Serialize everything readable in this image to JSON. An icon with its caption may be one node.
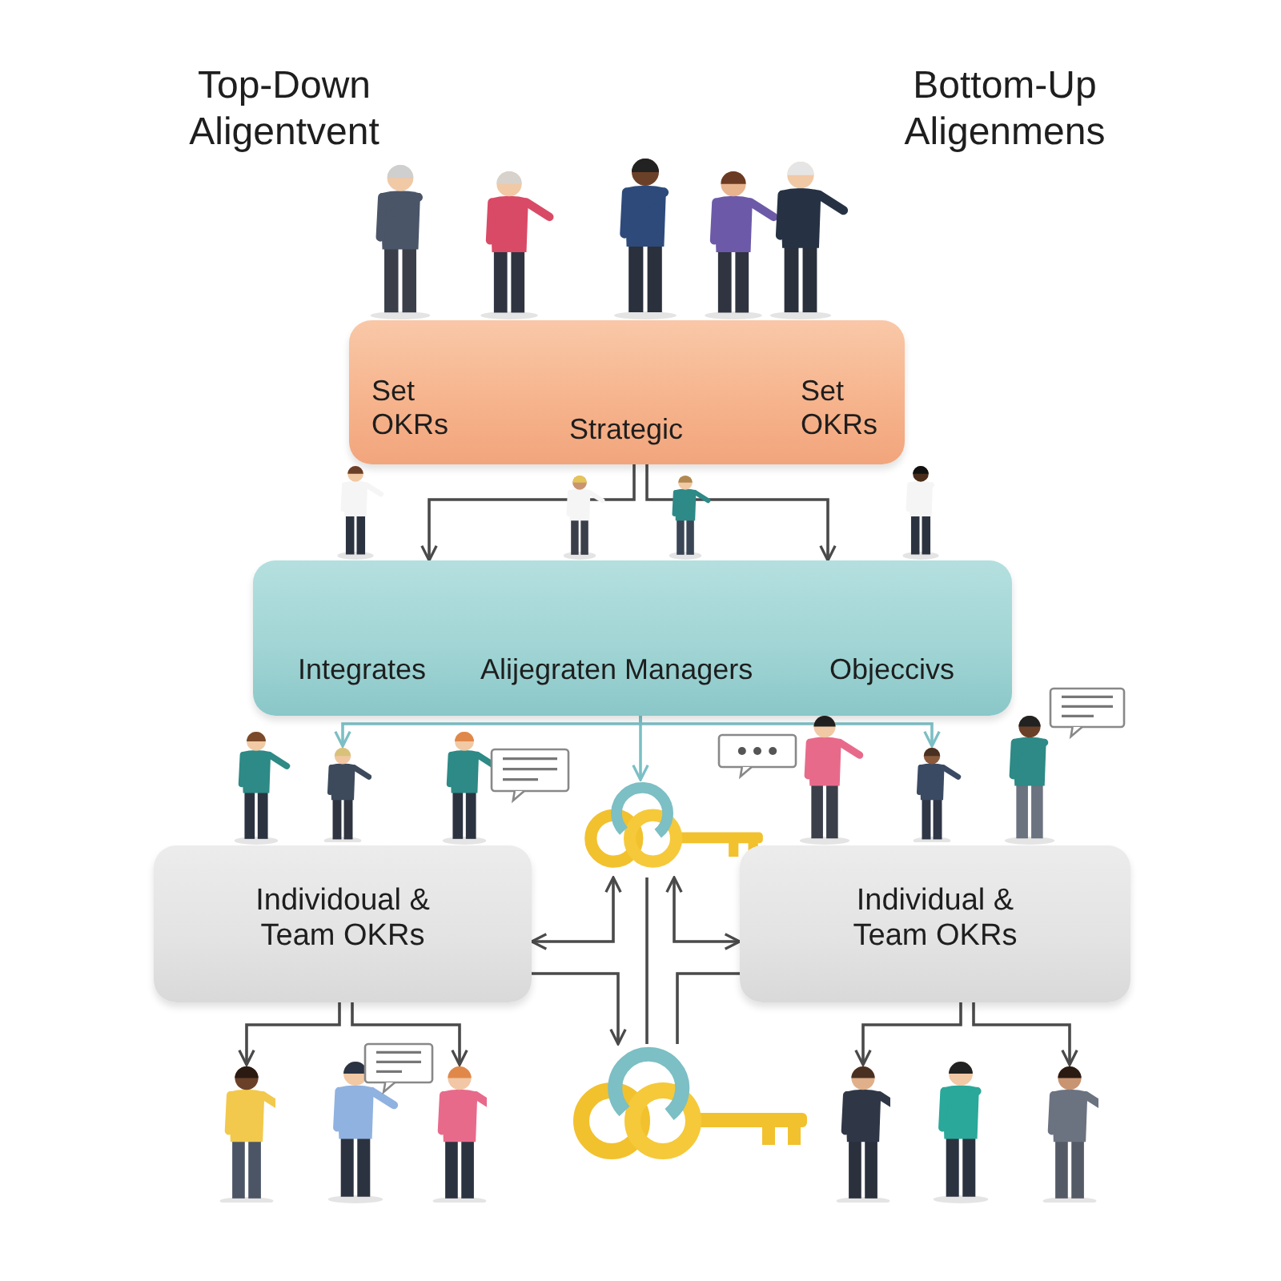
{
  "diagram": {
    "nodes": [
      {
        "text": [
          "Set OKRs",
          "Strategic",
          "Set OKRs"
        ]
      },
      {
        "text": [
          "Integrates",
          "Alijegraten Managers",
          "Objeccivs"
        ]
      },
      {
        "text": [],
        "shape": "person"
      },
      {
        "text": [],
        "shape": "picture"
      },
      {
        "text": [],
        "shape": "person"
      },
      {
        "text": [
          "Individoual & Team OKRs"
        ]
      },
      {
        "text": [
          "Individual & Team OKRs"
        ]
      },
      {
        "text": [],
        "shape": "person"
      },
      {
        "text": [],
        "shape": "person"
      },
      {
        "text": [],
        "shape": "picture"
      },
      {
        "text": [],
        "shape": "person"
      },
      {
        "text": [],
        "shape": "person"
      }
    ],
    "edges": [
      {
        "from": 0,
        "to": 1,
        "arrow": "to"
      },
      {
        "from": 0,
        "to": 1,
        "arrow": "to"
      },
      {
        "from": 1,
        "to": 2,
        "arrow": "to",
        "color": "#7cbfc4"
      },
      {
        "from": 1,
        "to": 3,
        "arrow": "to",
        "color": "#7cbfc4"
      },
      {
        "from": 1,
        "to": 4,
        "arrow": "to",
        "color": "#7cbfc4"
      },
      {
        "from": 5,
        "to": 3,
        "arrow": "both"
      },
      {
        "from": 6,
        "to": 3,
        "arrow": "both"
      },
      {
        "from": 5,
        "to": 9,
        "arrow": "to"
      },
      {
        "from": 6,
        "to": 9,
        "arrow": "none"
      },
      {
        "from": 3,
        "to": 9,
        "arrow": "none"
      },
      {
        "from": 5,
        "to": 7,
        "arrow": "to"
      },
      {
        "from": 5,
        "to": 8,
        "arrow": "to"
      },
      {
        "from": 6,
        "to": 10,
        "arrow": "to"
      },
      {
        "from": 6,
        "to": 11,
        "arrow": "to"
      }
    ],
    "labels": [
      "Top-Down Aligentvent",
      "Bottom-Up Aligenmens"
    ]
  }
}
